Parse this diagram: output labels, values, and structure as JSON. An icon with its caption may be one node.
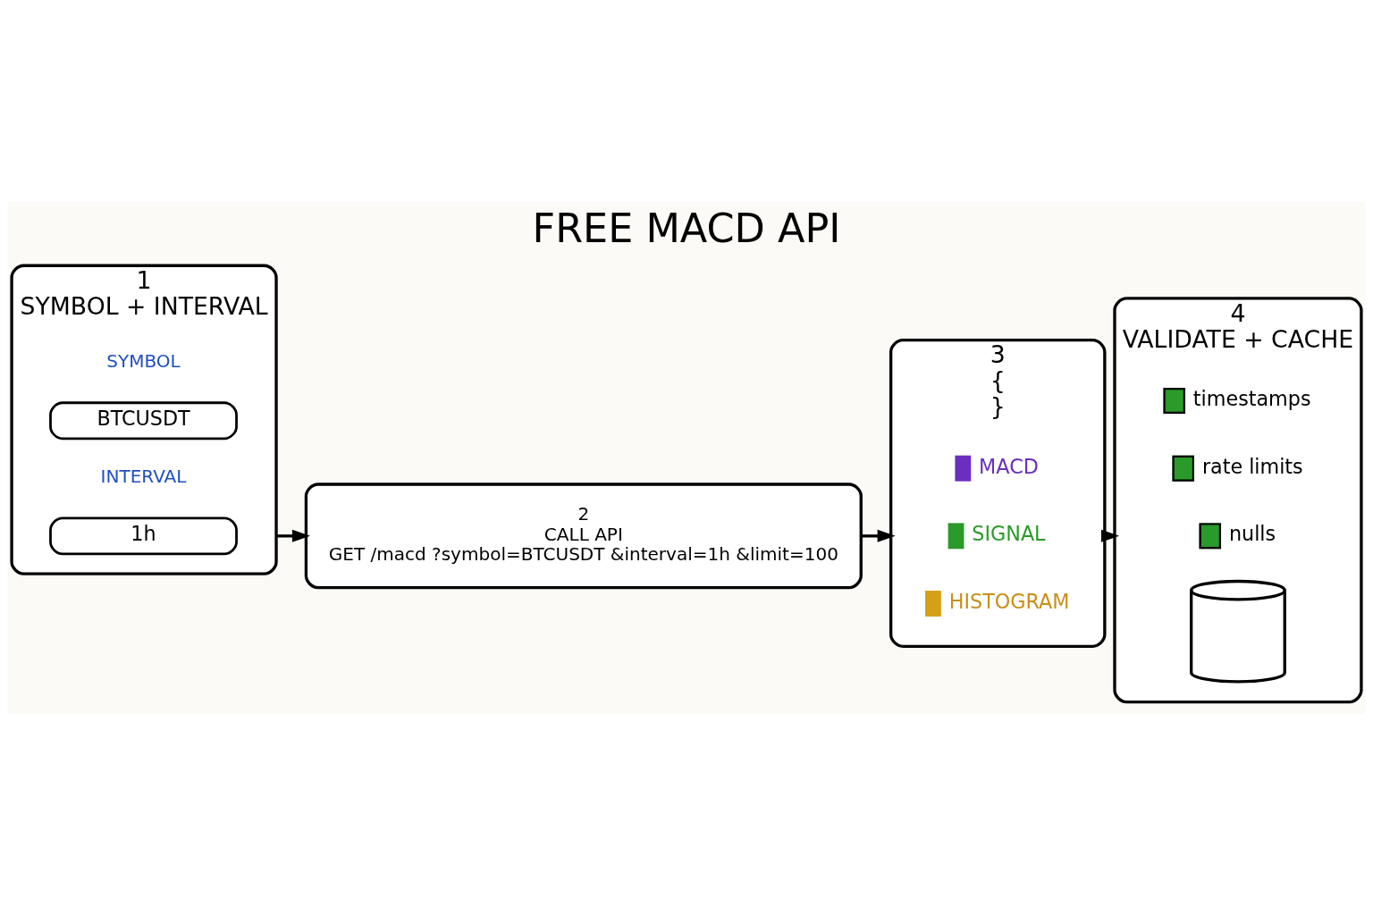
{
  "diagram": {
    "title": "FREE MACD API",
    "nodes": [
      {
        "text": [
          "1",
          "SYMBOL + INTERVAL"
        ]
      },
      {
        "text": [
          "BTCUSDT"
        ],
        "in": 0,
        "beside": [
          "SYMBOL"
        ]
      },
      {
        "text": [
          "1h"
        ],
        "in": 0,
        "beside": [
          "INTERVAL"
        ]
      },
      {
        "text": [
          "2",
          "CALL API",
          "GET /macd ?symbol=BTCUSDT &interval=1h &limit=100"
        ]
      },
      {
        "text": [
          "3",
          "{",
          "}"
        ]
      },
      {
        "text": [
          "MACD"
        ],
        "in": 4
      },
      {
        "text": [
          "SIGNAL"
        ],
        "in": 4
      },
      {
        "text": [
          "HISTOGRAM"
        ],
        "in": 4
      },
      {
        "text": [
          "4",
          "VALIDATE + CACHE"
        ]
      },
      {
        "text": [
          "timestamps"
        ],
        "in": 8
      },
      {
        "text": [
          "rate limits"
        ],
        "in": 8
      },
      {
        "text": [
          "nulls"
        ],
        "in": 8
      },
      {
        "text": [],
        "shape": "cylinder",
        "in": 8
      }
    ],
    "edges": [
      {
        "from": 0,
        "to": 3,
        "arrow": "to"
      },
      {
        "from": 3,
        "to": 4,
        "arrow": "to"
      },
      {
        "from": 4,
        "to": 8,
        "arrow": "to"
      }
    ]
  }
}
